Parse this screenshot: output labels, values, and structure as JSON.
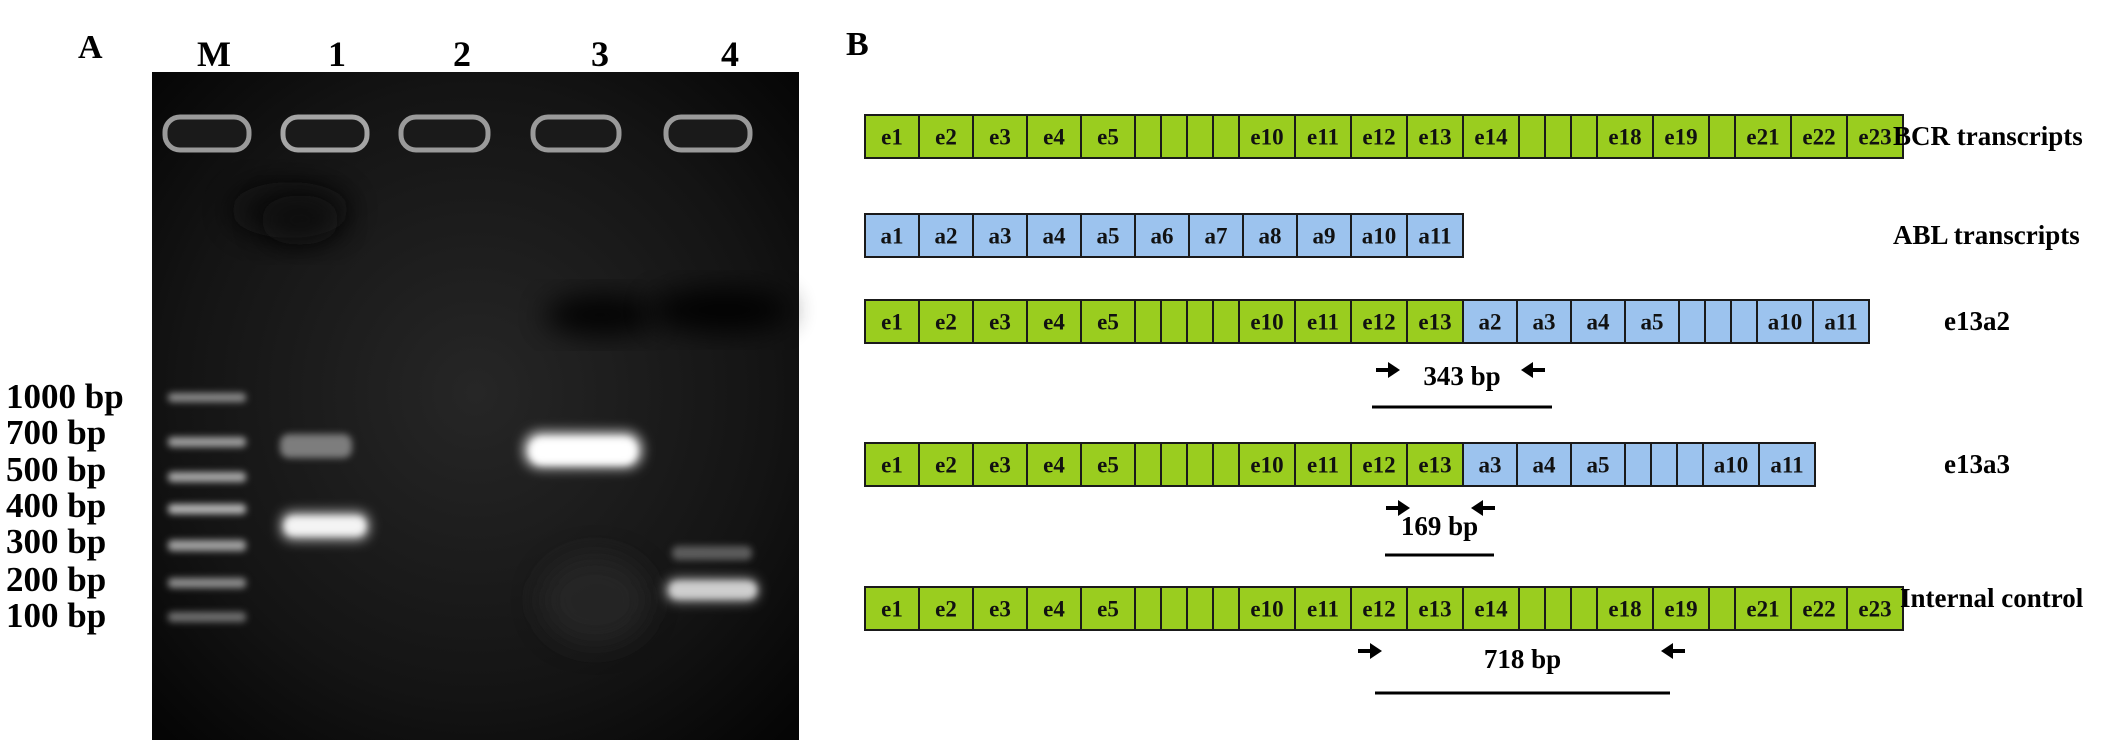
{
  "panel_a": {
    "label": "A",
    "lanes": [
      "M",
      "1",
      "2",
      "3",
      "4"
    ],
    "ladder_labels": [
      "1000 bp",
      "700 bp",
      "500 bp",
      "400 bp",
      "300 bp",
      "200 bp",
      "100 bp"
    ]
  },
  "panel_b": {
    "label": "B",
    "colors": {
      "bcr_exon": "#9acd1f",
      "abl_exon": "#9cc3ee",
      "outline": "#1a1a1a"
    },
    "tracks": [
      {
        "title": "BCR transcripts",
        "exons": [
          {
            "t": "e1",
            "c": "g"
          },
          {
            "t": "e2",
            "c": "g"
          },
          {
            "t": "e3",
            "c": "g"
          },
          {
            "t": "e4",
            "c": "g"
          },
          {
            "t": "e5",
            "c": "g"
          },
          {
            "t": "",
            "c": "g"
          },
          {
            "t": "",
            "c": "g"
          },
          {
            "t": "",
            "c": "g"
          },
          {
            "t": "",
            "c": "g"
          },
          {
            "t": "e10",
            "c": "g"
          },
          {
            "t": "e11",
            "c": "g"
          },
          {
            "t": "e12",
            "c": "g"
          },
          {
            "t": "e13",
            "c": "g"
          },
          {
            "t": "e14",
            "c": "g"
          },
          {
            "t": "",
            "c": "g"
          },
          {
            "t": "",
            "c": "g"
          },
          {
            "t": "",
            "c": "g"
          },
          {
            "t": "e18",
            "c": "g"
          },
          {
            "t": "e19",
            "c": "g"
          },
          {
            "t": "",
            "c": "g"
          },
          {
            "t": "e21",
            "c": "g"
          },
          {
            "t": "e22",
            "c": "g"
          },
          {
            "t": "e23",
            "c": "g"
          }
        ]
      },
      {
        "title": "ABL transcripts",
        "exons": [
          {
            "t": "a1",
            "c": "b"
          },
          {
            "t": "a2",
            "c": "b"
          },
          {
            "t": "a3",
            "c": "b"
          },
          {
            "t": "a4",
            "c": "b"
          },
          {
            "t": "a5",
            "c": "b"
          },
          {
            "t": "a6",
            "c": "b"
          },
          {
            "t": "a7",
            "c": "b"
          },
          {
            "t": "a8",
            "c": "b"
          },
          {
            "t": "a9",
            "c": "b"
          },
          {
            "t": "a10",
            "c": "b"
          },
          {
            "t": "a11",
            "c": "b"
          }
        ]
      },
      {
        "title": "e13a2",
        "exons": [
          {
            "t": "e1",
            "c": "g"
          },
          {
            "t": "e2",
            "c": "g"
          },
          {
            "t": "e3",
            "c": "g"
          },
          {
            "t": "e4",
            "c": "g"
          },
          {
            "t": "e5",
            "c": "g"
          },
          {
            "t": "",
            "c": "g"
          },
          {
            "t": "",
            "c": "g"
          },
          {
            "t": "",
            "c": "g"
          },
          {
            "t": "",
            "c": "g"
          },
          {
            "t": "e10",
            "c": "g"
          },
          {
            "t": "e11",
            "c": "g"
          },
          {
            "t": "e12",
            "c": "g"
          },
          {
            "t": "e13",
            "c": "g"
          },
          {
            "t": "a2",
            "c": "b"
          },
          {
            "t": "a3",
            "c": "b"
          },
          {
            "t": "a4",
            "c": "b"
          },
          {
            "t": "a5",
            "c": "b"
          },
          {
            "t": "",
            "c": "b"
          },
          {
            "t": "",
            "c": "b"
          },
          {
            "t": "",
            "c": "b"
          },
          {
            "t": "a10",
            "c": "b"
          },
          {
            "t": "a11",
            "c": "b"
          }
        ],
        "product": "343 bp"
      },
      {
        "title": "e13a3",
        "exons": [
          {
            "t": "e1",
            "c": "g"
          },
          {
            "t": "e2",
            "c": "g"
          },
          {
            "t": "e3",
            "c": "g"
          },
          {
            "t": "e4",
            "c": "g"
          },
          {
            "t": "e5",
            "c": "g"
          },
          {
            "t": "",
            "c": "g"
          },
          {
            "t": "",
            "c": "g"
          },
          {
            "t": "",
            "c": "g"
          },
          {
            "t": "",
            "c": "g"
          },
          {
            "t": "e10",
            "c": "g"
          },
          {
            "t": "e11",
            "c": "g"
          },
          {
            "t": "e12",
            "c": "g"
          },
          {
            "t": "e13",
            "c": "g"
          },
          {
            "t": "a3",
            "c": "b"
          },
          {
            "t": "a4",
            "c": "b"
          },
          {
            "t": "a5",
            "c": "b"
          },
          {
            "t": "",
            "c": "b"
          },
          {
            "t": "",
            "c": "b"
          },
          {
            "t": "",
            "c": "b"
          },
          {
            "t": "a10",
            "c": "b"
          },
          {
            "t": "a11",
            "c": "b"
          }
        ],
        "product": "169 bp"
      },
      {
        "title": "Internal control",
        "exons": [
          {
            "t": "e1",
            "c": "g"
          },
          {
            "t": "e2",
            "c": "g"
          },
          {
            "t": "e3",
            "c": "g"
          },
          {
            "t": "e4",
            "c": "g"
          },
          {
            "t": "e5",
            "c": "g"
          },
          {
            "t": "",
            "c": "g"
          },
          {
            "t": "",
            "c": "g"
          },
          {
            "t": "",
            "c": "g"
          },
          {
            "t": "",
            "c": "g"
          },
          {
            "t": "e10",
            "c": "g"
          },
          {
            "t": "e11",
            "c": "g"
          },
          {
            "t": "e12",
            "c": "g"
          },
          {
            "t": "e13",
            "c": "g"
          },
          {
            "t": "e14",
            "c": "g"
          },
          {
            "t": "",
            "c": "g"
          },
          {
            "t": "",
            "c": "g"
          },
          {
            "t": "",
            "c": "g"
          },
          {
            "t": "e18",
            "c": "g"
          },
          {
            "t": "e19",
            "c": "g"
          },
          {
            "t": "",
            "c": "g"
          },
          {
            "t": "e21",
            "c": "g"
          },
          {
            "t": "e22",
            "c": "g"
          },
          {
            "t": "e23",
            "c": "g"
          }
        ],
        "product": "718 bp"
      }
    ]
  }
}
